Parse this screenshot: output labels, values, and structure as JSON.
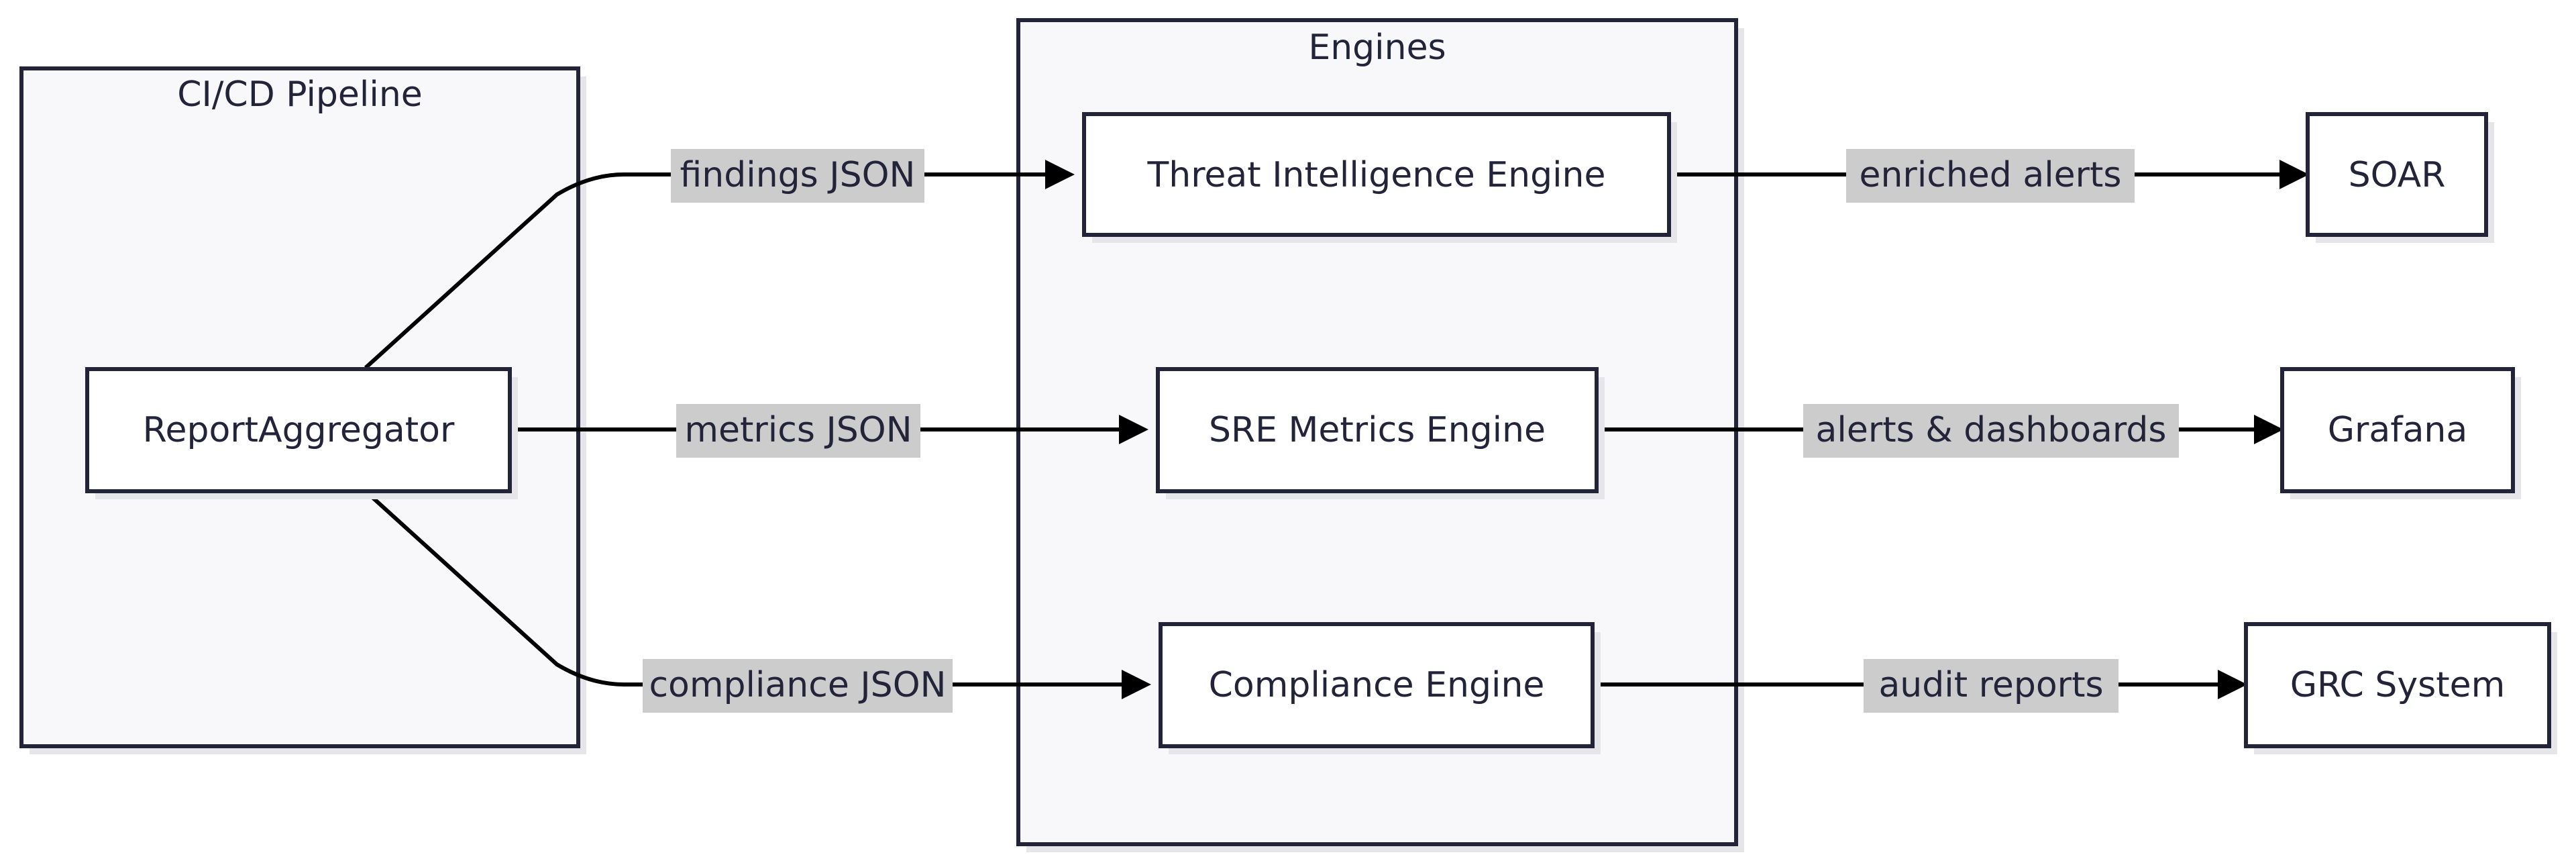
{
  "clusters": {
    "cicd": {
      "title": "CI/CD Pipeline"
    },
    "engines": {
      "title": "Engines"
    }
  },
  "nodes": {
    "report_aggregator": "ReportAggregator",
    "threat_engine": "Threat Intelligence Engine",
    "sre_engine": "SRE Metrics Engine",
    "compliance_engine": "Compliance Engine",
    "soar": "SOAR",
    "grafana": "Grafana",
    "grc": "GRC System"
  },
  "edges": {
    "findings": "findings JSON",
    "metrics": "metrics JSON",
    "compliance": "compliance JSON",
    "enriched": "enriched alerts",
    "alerts": "alerts & dashboards",
    "audit": "audit reports"
  },
  "colors": {
    "stroke": "#23233a",
    "cluster_fill": "#f8f8fb",
    "label_bg": "#cccccc"
  }
}
